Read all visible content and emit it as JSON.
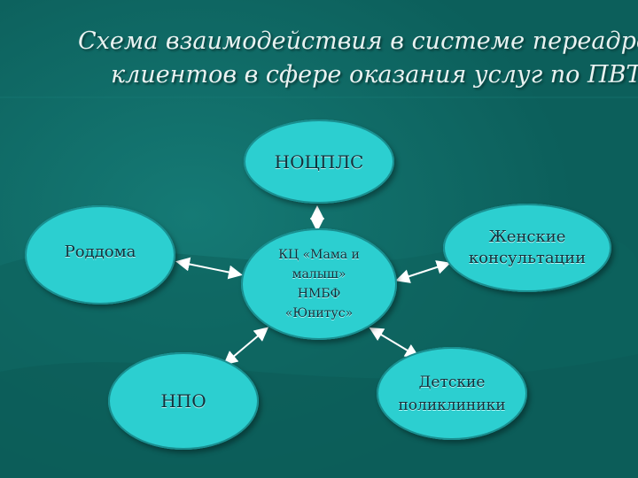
{
  "title": {
    "line1": "Схема взаимодействия в системе переадресац",
    "line2": "клиентов в сфере оказания услуг по ПВТ"
  },
  "nodes": {
    "nocplas": "НОЦПЛС",
    "roddoma": "Роддома",
    "center": {
      "line1": "КЦ «Мама и",
      "line2": "малыш»",
      "line3": "НМБФ",
      "line4": "«Юнитус»"
    },
    "zhenskie": {
      "line1": "Женские",
      "line2": "консультации"
    },
    "npo": "НПО",
    "detskie": {
      "line1": "Детские",
      "line2": "поликлиники"
    }
  },
  "colors": {
    "background": "#0f6a66",
    "node_fill": "#2ccfd0",
    "arrow": "#ffffff"
  }
}
